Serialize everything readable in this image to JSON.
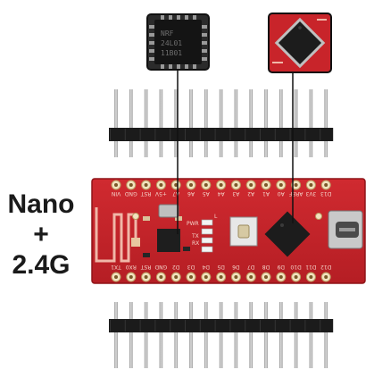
{
  "label": {
    "line1": "Nano",
    "line2": "+",
    "line3": "2.4G"
  },
  "top_pin_labels": [
    "VIN",
    "GND",
    "RST",
    "+5V",
    "A7",
    "A6",
    "A5",
    "A4",
    "A3",
    "A2",
    "A1",
    "A0",
    "AREF",
    "3V3",
    "D13"
  ],
  "bottom_pin_labels": [
    "TX1",
    "RX0",
    "RST",
    "GND",
    "D2",
    "D3",
    "D4",
    "D5",
    "D6",
    "D7",
    "D8",
    "D9",
    "D10",
    "D11",
    "D12"
  ],
  "board_marks": {
    "pwr": "PWR",
    "l": "L",
    "tx": "TX",
    "rx": "RX"
  },
  "chip_marking": {
    "line1": "NRF",
    "line2": "24L01",
    "line3": "11B01"
  },
  "colors": {
    "board": "#c8242a",
    "board_edge": "#8f1418",
    "silk": "#f4d2c8",
    "header_plastic": "#1b1b1b",
    "pin_metal": "#b9b9b9",
    "chip": "#1e1e1e",
    "background": "#ffffff"
  }
}
